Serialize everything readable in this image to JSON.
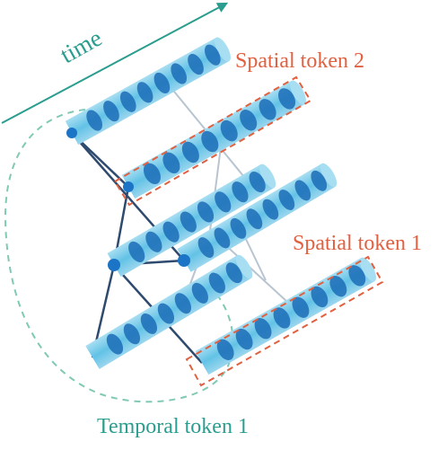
{
  "labels": {
    "time": "time",
    "spatial_token_2": "Spatial token 2",
    "spatial_token_1": "Spatial token 1",
    "temporal_token_1": "Temporal token 1"
  },
  "colors": {
    "teal": "#2a9d8f",
    "orange": "#e06040",
    "tube": "#62c2e6",
    "tube_light": "#a8def2",
    "ellipse": "#1f6fb8",
    "node": "#1b74c6",
    "edge_dark": "#2e4a6e",
    "edge_light": "#b8c4d0"
  },
  "diagram": {
    "tube_count": 6,
    "cells_per_tube": 8,
    "highlighted_spatial_tokens": 2,
    "temporal_edges": 8,
    "graph_nodes": 4
  }
}
